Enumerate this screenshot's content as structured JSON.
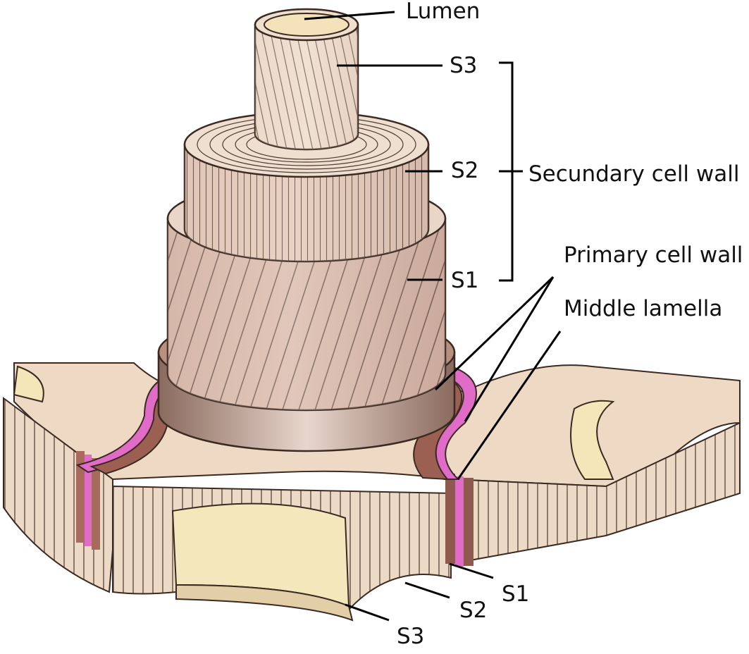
{
  "labels": {
    "lumen": "Lumen",
    "s3_top": "S3",
    "s2_top": "S2",
    "s1_top": "S1",
    "secondary_wall": "Secundary cell wall",
    "primary_wall": "Primary cell wall",
    "middle_lamella": "Middle lamella",
    "s1_bottom": "S1",
    "s2_bottom": "S2",
    "s3_bottom": "S3"
  },
  "colors": {
    "middle_lamella": "#e06cc8",
    "primary_wall": "#9a5a4c",
    "secondary_wall_fill": "#e7d0c2",
    "s3_fill": "#eedccb",
    "lumen_fill": "#f3e4bd",
    "slab_fill": "#eedbc6"
  }
}
